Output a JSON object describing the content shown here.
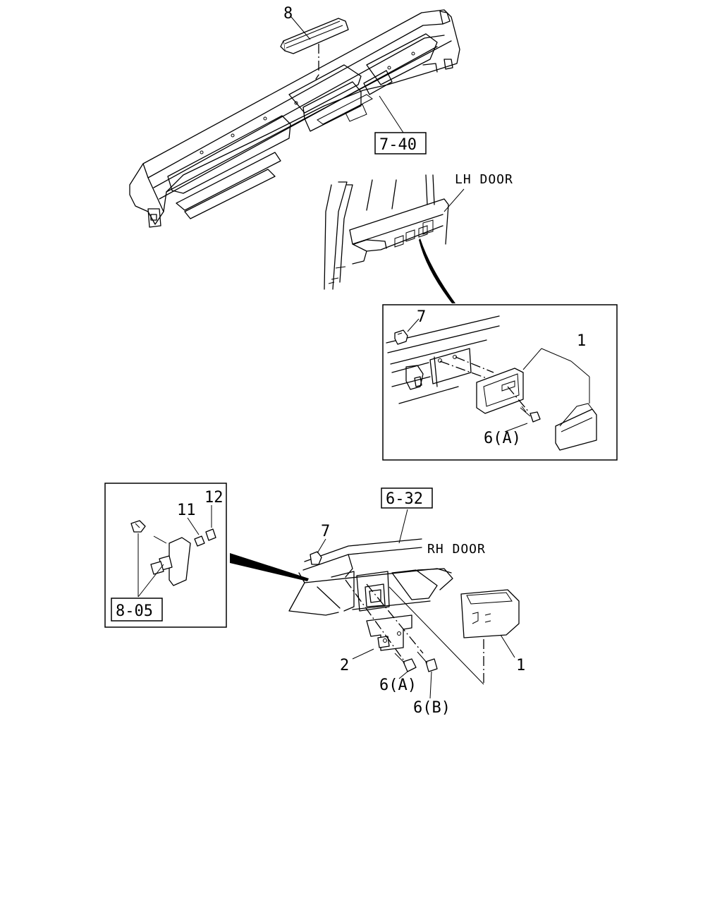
{
  "callouts": {
    "top_airbag": "8",
    "ref_dashboard": "7-40",
    "lh_door": "LH DOOR",
    "lh_clip": "7",
    "lh_ashtray": "1",
    "lh_screw": "6(A)",
    "lamp_bulb_11": "11",
    "lamp_socket_12": "12",
    "ref_lamp": "8-05",
    "ref_rh": "6-32",
    "rh_clip": "7",
    "rh_door": "RH DOOR",
    "rh_bracket": "2",
    "rh_screw_a": "6(A)",
    "rh_screw_b": "6(B)",
    "rh_ashtray": "1"
  },
  "icons": [
    "airbag-module-icon",
    "ashtray-icon",
    "screw-icon",
    "clip-icon",
    "bracket-icon",
    "lamp-socket-icon"
  ]
}
